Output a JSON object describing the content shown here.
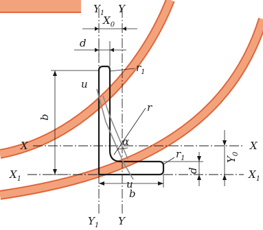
{
  "diagram": {
    "colors": {
      "band_fill": "#f3a37c",
      "band_edge": "#e0653a",
      "line": "#1a1a1a",
      "stripe": "#8a8a8a"
    },
    "labels": {
      "y1_top": "Y",
      "y1_top_sub": "1",
      "y_top": "Y",
      "x0": "X",
      "x0_sub": "0",
      "d_top": "d",
      "r1_top": "r",
      "r1_top_sub": "1",
      "u_left": "u",
      "b_vertical": "b",
      "r": "r",
      "alpha": "α",
      "x_left": "X",
      "x_right": "X",
      "y0": "Y",
      "y0_sub": "0",
      "r1_right": "r",
      "r1_right_sub": "1",
      "x1_left": "X",
      "x1_left_sub": "1",
      "x1_right": "X",
      "x1_right_sub": "1",
      "u_bottom": "u",
      "d_right": "d",
      "b_horizontal": "b",
      "y1_bottom": "Y",
      "y1_bottom_sub": "1",
      "y_bottom": "Y"
    }
  }
}
